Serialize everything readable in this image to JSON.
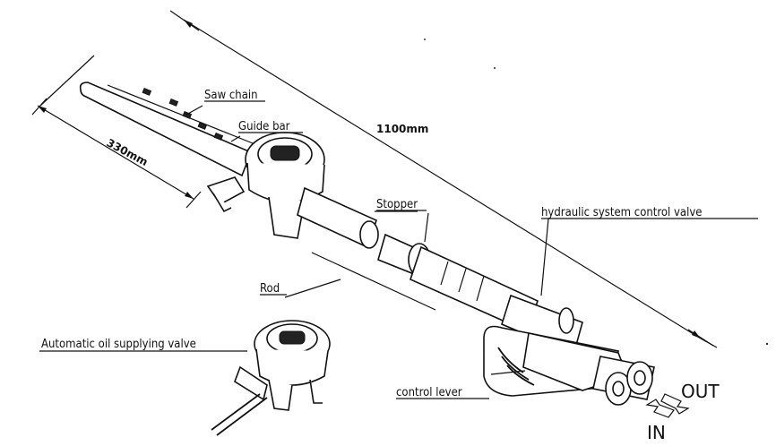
{
  "labels": {
    "saw_chain": "Saw chain",
    "guide_bar": "Guide bar",
    "dim_1100": "1100mm",
    "dim_330": "330mm",
    "stopper": "Stopper",
    "hydraulic_valve": "hydraulic system control valve",
    "rod": "Rod",
    "oil_valve": "Automatic oil supplying valve",
    "control_lever": "control lever",
    "out": "OUT",
    "in": "IN"
  }
}
